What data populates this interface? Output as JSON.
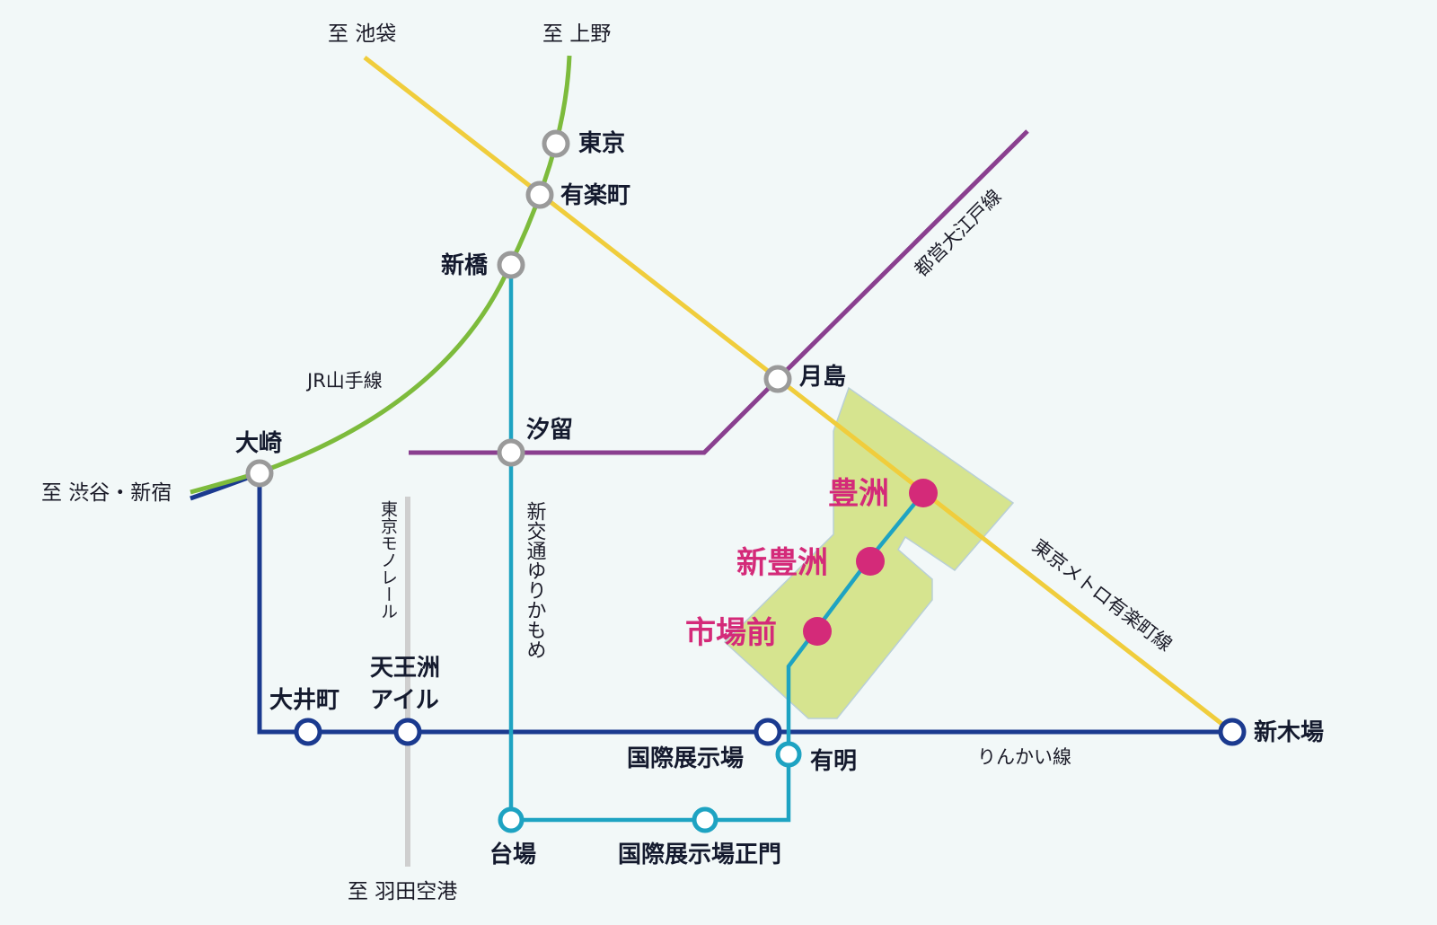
{
  "colors": {
    "background": "#f2f8f8",
    "jr_yamanote": "#7dbb3c",
    "yurakucho": "#f0cd3c",
    "oedo": "#8a3f8f",
    "yurikamome": "#1ea3c2",
    "rinkai": "#1b3a8f",
    "monorail": "#c8c8c8",
    "transfer_ring": "#9a9a9a",
    "land": "#d6e48f",
    "highlight": "#d42a79"
  },
  "destinations": {
    "ikebukuro": "至 池袋",
    "ueno": "至 上野",
    "shibuya_shinjuku": "至 渋谷・新宿",
    "haneda": "至 羽田空港"
  },
  "lines": {
    "jr_yamanote": "JR山手線",
    "oedo": "都営大江戸線",
    "yurikamome": "新交通ゆりかもめ",
    "monorail": "東京モノレール",
    "yurakucho": "東京メトロ有楽町線",
    "rinkai": "りんかい線"
  },
  "stations": {
    "tokyo": "東京",
    "yurakucho": "有楽町",
    "shimbashi": "新橋",
    "tsukishima": "月島",
    "shiodome": "汐留",
    "osaki": "大崎",
    "oimachi": "大井町",
    "tennozu_isle_1": "天王洲",
    "tennozu_isle_2": "アイル",
    "kokusai_tenjijo": "国際展示場",
    "ariake": "有明",
    "shin_kiba": "新木場",
    "daiba": "台場",
    "kokusai_tenjijo_seimon": "国際展示場正門"
  },
  "highlight_stations": {
    "toyosu": "豊洲",
    "shin_toyosu": "新豊洲",
    "shijo_mae": "市場前"
  }
}
